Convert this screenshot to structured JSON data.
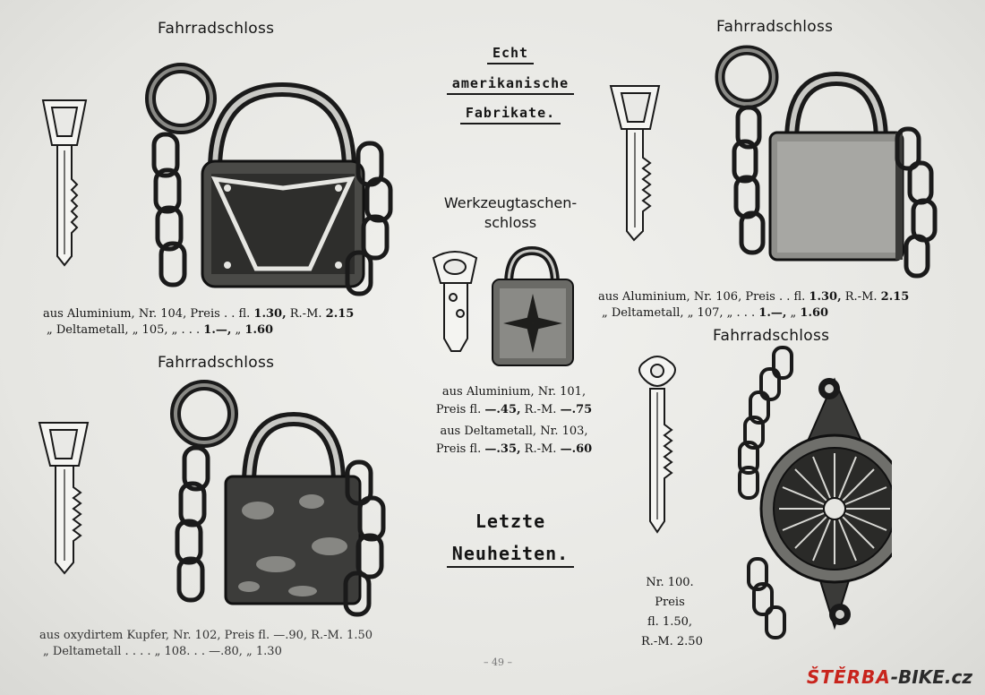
{
  "page": {
    "page_number": "– 49 –",
    "watermark": {
      "part1": "ŠTĚRBA",
      "part2": "-BIKE.cz"
    }
  },
  "headings": {
    "top_left": "Fahrradschloss",
    "top_right": "Fahrradschloss",
    "mid_left": "Fahrradschloss",
    "mid_right": "Fahrradschloss"
  },
  "center": {
    "echt": "Echt",
    "amerikanische": "amerikanische",
    "fabrikate": "Fabrikate.",
    "werkzeug_line1": "Werkzeugtaschen-",
    "werkzeug_line2": "schloss",
    "letzte": "Letzte",
    "neuheiten": "Neuheiten."
  },
  "captions": {
    "lock104": {
      "line1_a": "aus Aluminium, Nr. 104, Preis . . fl. ",
      "line1_b": "1.30,",
      "line1_c": " R.-M. ",
      "line1_d": "2.15",
      "line2_a": "„ Deltametall, „ 105, „ . . . ",
      "line2_b": "1.—,",
      "line2_c": " „ ",
      "line2_d": "1.60"
    },
    "lock106": {
      "line1_a": "aus Aluminium, Nr. 106, Preis . . fl. ",
      "line1_b": "1.30,",
      "line1_c": " R.-M. ",
      "line1_d": "2.15",
      "line2_a": "„ Deltametall, „ 107, „ . . . ",
      "line2_b": "1.—,",
      "line2_c": " „ ",
      "line2_d": "1.60"
    },
    "lock101": {
      "line1": "aus Aluminium, Nr. 101,",
      "line2_a": "Preis fl. ",
      "line2_b": "—.45,",
      "line2_c": " R.-M. ",
      "line2_d": "—.75",
      "line3": "aus Deltametall, Nr. 103,",
      "line4_a": "Preis fl. ",
      "line4_b": "—.35,",
      "line4_c": " R.-M. ",
      "line4_d": "—.60"
    },
    "lock102": {
      "line1": "aus oxydirtem Kupfer, Nr. 102, Preis fl. —.90, R.-M. 1.50",
      "line2": "„ Deltametall . . . . „ 108. . . —.80, „ 1.30"
    },
    "lock100": {
      "line1": "Nr. 100.",
      "line2": "Preis",
      "line3": "fl. 1.50,",
      "line4": "R.-M. 2.50"
    }
  }
}
